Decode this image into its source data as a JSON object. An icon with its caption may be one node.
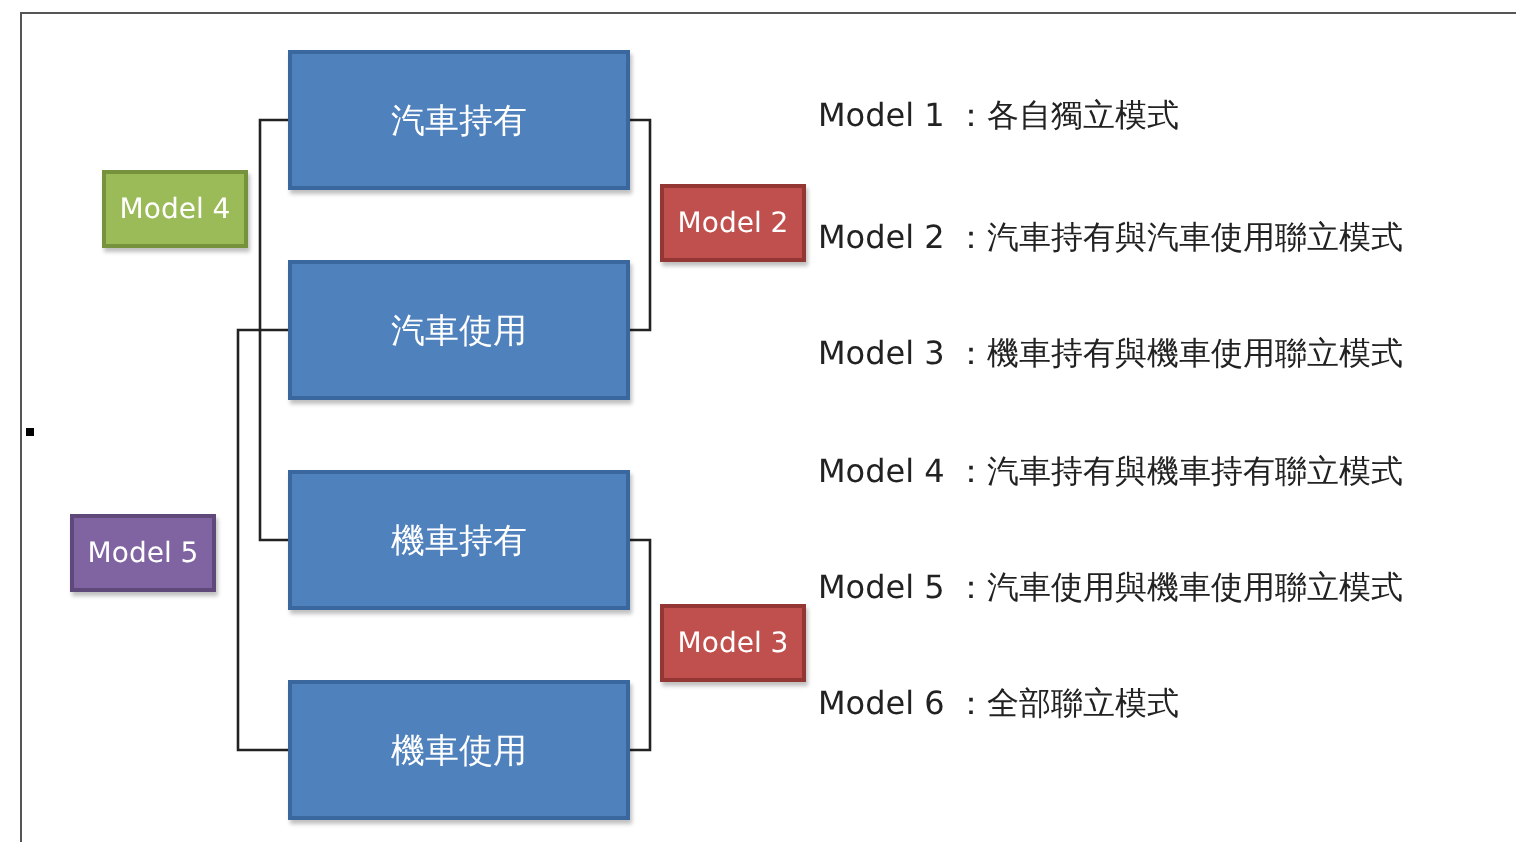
{
  "diagram": {
    "nodes": [
      {
        "text": [
          "汽車持有"
        ]
      },
      {
        "text": [
          "汽車使用"
        ]
      },
      {
        "text": [
          "機車持有"
        ]
      },
      {
        "text": [
          "機車使用"
        ]
      },
      {
        "text": [
          "Model 4"
        ]
      },
      {
        "text": [
          "Model 2"
        ]
      },
      {
        "text": [
          "Model 5"
        ]
      },
      {
        "text": [
          "Model 3"
        ]
      }
    ],
    "edges": [
      {
        "from": 0,
        "to": 1,
        "arrow": "none"
      },
      {
        "from": 2,
        "to": 3,
        "arrow": "none"
      },
      {
        "from": 0,
        "to": 2,
        "arrow": "none"
      },
      {
        "from": 1,
        "to": 3,
        "arrow": "none"
      }
    ],
    "labels": [
      "Model 1 ：各自獨立模式",
      "Model 2 ：汽車持有與汽車使用聯立模式",
      "Model 3 ：機車持有與機車使用聯立模式",
      "Model 4 ：汽車持有與機車持有聯立模式",
      "Model 5 ：汽車使用與機車使用聯立模式",
      "Model 6 ：全部聯立模式"
    ]
  }
}
